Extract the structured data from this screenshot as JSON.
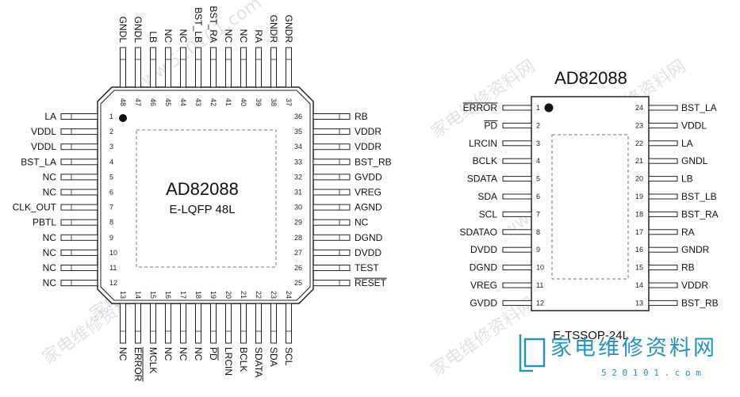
{
  "lqfp": {
    "chip_name": "AD82088",
    "package": "E-LQFP 48L",
    "left_pins": [
      {
        "num": "1",
        "name": "LA"
      },
      {
        "num": "2",
        "name": "VDDL"
      },
      {
        "num": "3",
        "name": "VDDL"
      },
      {
        "num": "4",
        "name": "BST_LA"
      },
      {
        "num": "5",
        "name": "NC"
      },
      {
        "num": "6",
        "name": "NC"
      },
      {
        "num": "7",
        "name": "CLK_OUT"
      },
      {
        "num": "8",
        "name": "PBTL"
      },
      {
        "num": "9",
        "name": "NC"
      },
      {
        "num": "10",
        "name": "NC"
      },
      {
        "num": "11",
        "name": "NC"
      },
      {
        "num": "12",
        "name": "NC"
      }
    ],
    "bottom_pins": [
      {
        "num": "13",
        "name": "NC"
      },
      {
        "num": "14",
        "name": "ERROR"
      },
      {
        "num": "15",
        "name": "MCLK"
      },
      {
        "num": "16",
        "name": "NC"
      },
      {
        "num": "17",
        "name": "NC"
      },
      {
        "num": "18",
        "name": "NC"
      },
      {
        "num": "19",
        "name": "PD"
      },
      {
        "num": "20",
        "name": "LRCIN"
      },
      {
        "num": "21",
        "name": "BCLK"
      },
      {
        "num": "22",
        "name": "SDATA"
      },
      {
        "num": "23",
        "name": "SDA"
      },
      {
        "num": "24",
        "name": "SCL"
      }
    ],
    "right_pins": [
      {
        "num": "25",
        "name": "RESET"
      },
      {
        "num": "26",
        "name": "TEST"
      },
      {
        "num": "27",
        "name": "DVDD"
      },
      {
        "num": "28",
        "name": "DGND"
      },
      {
        "num": "29",
        "name": "NC"
      },
      {
        "num": "30",
        "name": "AGND"
      },
      {
        "num": "31",
        "name": "VREG"
      },
      {
        "num": "32",
        "name": "GVDD"
      },
      {
        "num": "33",
        "name": "BST_RB"
      },
      {
        "num": "34",
        "name": "VDDR"
      },
      {
        "num": "35",
        "name": "VDDR"
      },
      {
        "num": "36",
        "name": "RB"
      }
    ],
    "top_pins": [
      {
        "num": "37",
        "name": "GNDR"
      },
      {
        "num": "38",
        "name": "GNDR"
      },
      {
        "num": "39",
        "name": "RA"
      },
      {
        "num": "40",
        "name": "NC"
      },
      {
        "num": "41",
        "name": "NC"
      },
      {
        "num": "42",
        "name": "BST_RA"
      },
      {
        "num": "43",
        "name": "BST_LB"
      },
      {
        "num": "44",
        "name": "NC"
      },
      {
        "num": "45",
        "name": "NC"
      },
      {
        "num": "46",
        "name": "LB"
      },
      {
        "num": "47",
        "name": "GNDL"
      },
      {
        "num": "48",
        "name": "GNDL"
      }
    ]
  },
  "tssop": {
    "chip_name": "AD82088",
    "package": "E-TSSOP-24L",
    "left_pins": [
      {
        "num": "1",
        "name": "ERROR"
      },
      {
        "num": "2",
        "name": "PD"
      },
      {
        "num": "3",
        "name": "LRCIN"
      },
      {
        "num": "4",
        "name": "BCLK"
      },
      {
        "num": "5",
        "name": "SDATA"
      },
      {
        "num": "6",
        "name": "SDA"
      },
      {
        "num": "7",
        "name": "SCL"
      },
      {
        "num": "8",
        "name": "SDATAO"
      },
      {
        "num": "9",
        "name": "DVDD"
      },
      {
        "num": "10",
        "name": "DGND"
      },
      {
        "num": "11",
        "name": "VREG"
      },
      {
        "num": "12",
        "name": "GVDD"
      }
    ],
    "right_pins": [
      {
        "num": "24",
        "name": "BST_LA"
      },
      {
        "num": "23",
        "name": "VDDL"
      },
      {
        "num": "22",
        "name": "LA"
      },
      {
        "num": "21",
        "name": "GNDL"
      },
      {
        "num": "20",
        "name": "LB"
      },
      {
        "num": "19",
        "name": "BST_LB"
      },
      {
        "num": "18",
        "name": "BST_RA"
      },
      {
        "num": "17",
        "name": "RA"
      },
      {
        "num": "16",
        "name": "GNDR"
      },
      {
        "num": "15",
        "name": "RB"
      },
      {
        "num": "14",
        "name": "VDDR"
      },
      {
        "num": "13",
        "name": "BST_RB"
      }
    ]
  },
  "overbar_pins": [
    "ERROR",
    "PD",
    "RESET"
  ],
  "watermark": {
    "site_cn": "家电维修资料网",
    "site_url": "www.520101.com"
  },
  "logo": {
    "cn_text": "家电维修资料网",
    "url_text": "5 2 0 1 0 1 . c o m"
  },
  "colors": {
    "line": "#222222",
    "watermark": "#b9c2cc",
    "logo": "#2a93b8"
  }
}
